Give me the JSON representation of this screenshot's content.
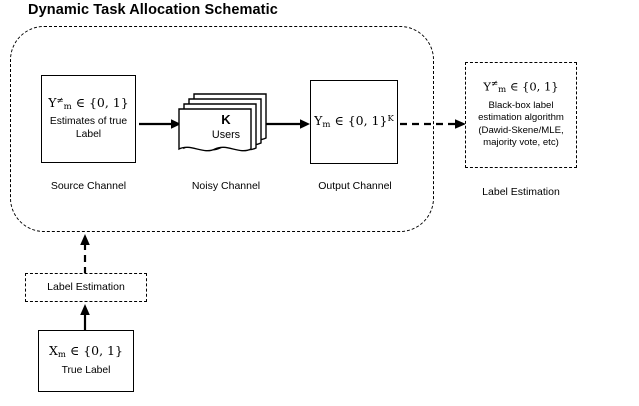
{
  "title": "Dynamic Task Allocation Schematic",
  "source_channel": {
    "math": "Y",
    "math_sub": "m",
    "math_sup": "≠",
    "math_rest": "∈ {0, 1}",
    "desc_line1": "Estimates of true",
    "desc_line2": "Label",
    "caption": "Source Channel"
  },
  "noisy_channel": {
    "k_label": "K",
    "users_label": "Users",
    "caption": "Noisy Channel"
  },
  "output_channel": {
    "math": "Y",
    "math_sub": "m",
    "math_rest": "∈ {0, 1}",
    "math_exp": "K",
    "caption": "Output Channel"
  },
  "label_estimation_right": {
    "math": "Y",
    "math_sub": "m",
    "math_sup": "≠",
    "math_rest": "∈ {0, 1}",
    "desc_line1": "Black-box label",
    "desc_line2": "estimation algorithm",
    "desc_line3": "(Dawid-Skene/MLE,",
    "desc_line4": "majority vote, etc)",
    "caption": "Label Estimation"
  },
  "label_estimation_bottom": {
    "label": "Label Estimation"
  },
  "true_label": {
    "math": "X",
    "math_sub": "m",
    "math_rest": "∈ {0, 1}",
    "desc": "True Label"
  },
  "colors": {
    "stroke": "#000000",
    "background": "#ffffff"
  }
}
